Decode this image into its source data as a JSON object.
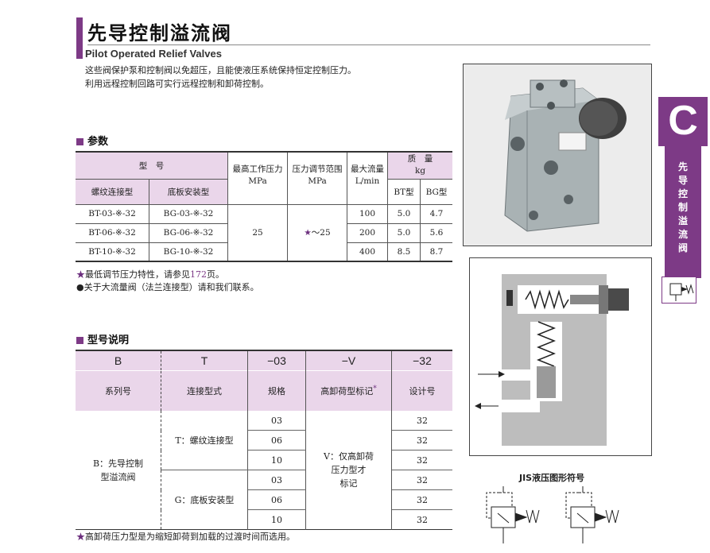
{
  "header": {
    "title_cn": "先导控制溢流阀",
    "title_en": "Pilot Operated Relief Valves",
    "intro_1": "这些阀保护泵和控制阀以免超压，且能使液压系统保持恒定控制压力。",
    "intro_2": "利用远程控制回路可实行远程控制和卸荷控制。"
  },
  "side_tab": {
    "letter": "C",
    "chars": [
      "先",
      "导",
      "控",
      "制",
      "溢",
      "流",
      "阀"
    ]
  },
  "params": {
    "heading": "参数",
    "col_model": "型　号",
    "col_thread": "螺纹连接型",
    "col_base": "底板安装型",
    "col_pressure": "最高工作压力",
    "col_pressure_unit": "MPa",
    "col_range": "压力调节范围",
    "col_range_unit": "MPa",
    "col_flow": "最大流量",
    "col_flow_unit": "L/min",
    "col_mass": "质　量",
    "col_mass_unit": "kg",
    "col_bt": "BT型",
    "col_bg": "BG型",
    "max_pressure": "25",
    "range_star": "★",
    "range_value": "～25",
    "rows": [
      {
        "thread": "BT-03-※-32",
        "base": "BG-03-※-32",
        "flow": "100",
        "bt": "5.0",
        "bg": "4.7"
      },
      {
        "thread": "BT-06-※-32",
        "base": "BG-06-※-32",
        "flow": "200",
        "bt": "5.0",
        "bg": "5.6"
      },
      {
        "thread": "BT-10-※-32",
        "base": "BG-10-※-32",
        "flow": "400",
        "bt": "8.5",
        "bg": "8.7"
      }
    ],
    "note1_star": "★",
    "note1_a": "最低调节压力特性，请参见",
    "note1_page": "172",
    "note1_b": "页。",
    "note2": "●关于大流量阀（法兰连接型）请和我们联系。"
  },
  "model": {
    "heading": "型号说明",
    "codes": [
      "B",
      "T",
      "−03",
      "−V",
      "−32"
    ],
    "labels": [
      "系列号",
      "连接型式",
      "规格",
      "高卸荷型标记",
      "设计号"
    ],
    "label_star": "*",
    "series_desc_1": "B：先导控制",
    "series_desc_2": "型溢流阀",
    "conn_t": "T：螺纹连接型",
    "conn_g": "G：底板安装型",
    "sizes": [
      "03",
      "06",
      "10",
      "03",
      "06",
      "10"
    ],
    "designs": [
      "32",
      "32",
      "32",
      "32",
      "32",
      "32"
    ],
    "v_desc_1": "V：仅高卸荷",
    "v_desc_2": "压力型才",
    "v_desc_3": "标记",
    "note_star": "★",
    "note": "高卸荷压力型是为缩短卸荷到加载的过渡时间而选用。"
  },
  "jis": {
    "title": "JIS液压图形符号"
  },
  "colors": {
    "accent": "#7d3a86",
    "header_fill": "#ead6ea"
  }
}
